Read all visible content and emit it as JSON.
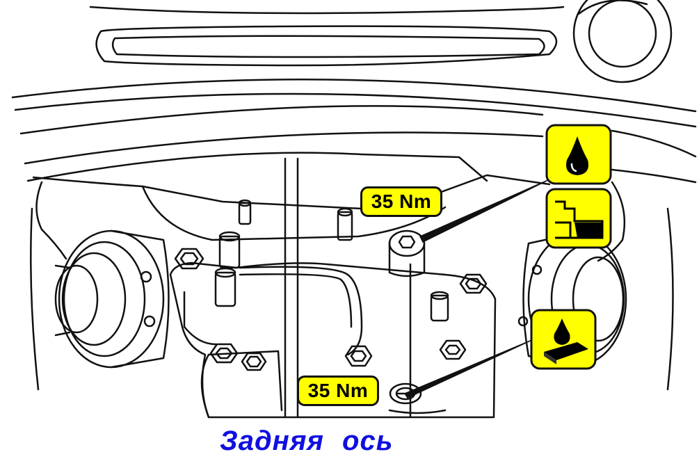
{
  "caption": "Задняя ось",
  "callouts": {
    "torque_upper": "35 Nm",
    "torque_lower": "35 Nm"
  },
  "icons": [
    "oil-drop-icon",
    "fill-level-icon",
    "drain-oil-icon"
  ],
  "colors": {
    "callout_bg": "#FFFF00",
    "outline": "#111111",
    "caption_text": "#1010E0"
  }
}
